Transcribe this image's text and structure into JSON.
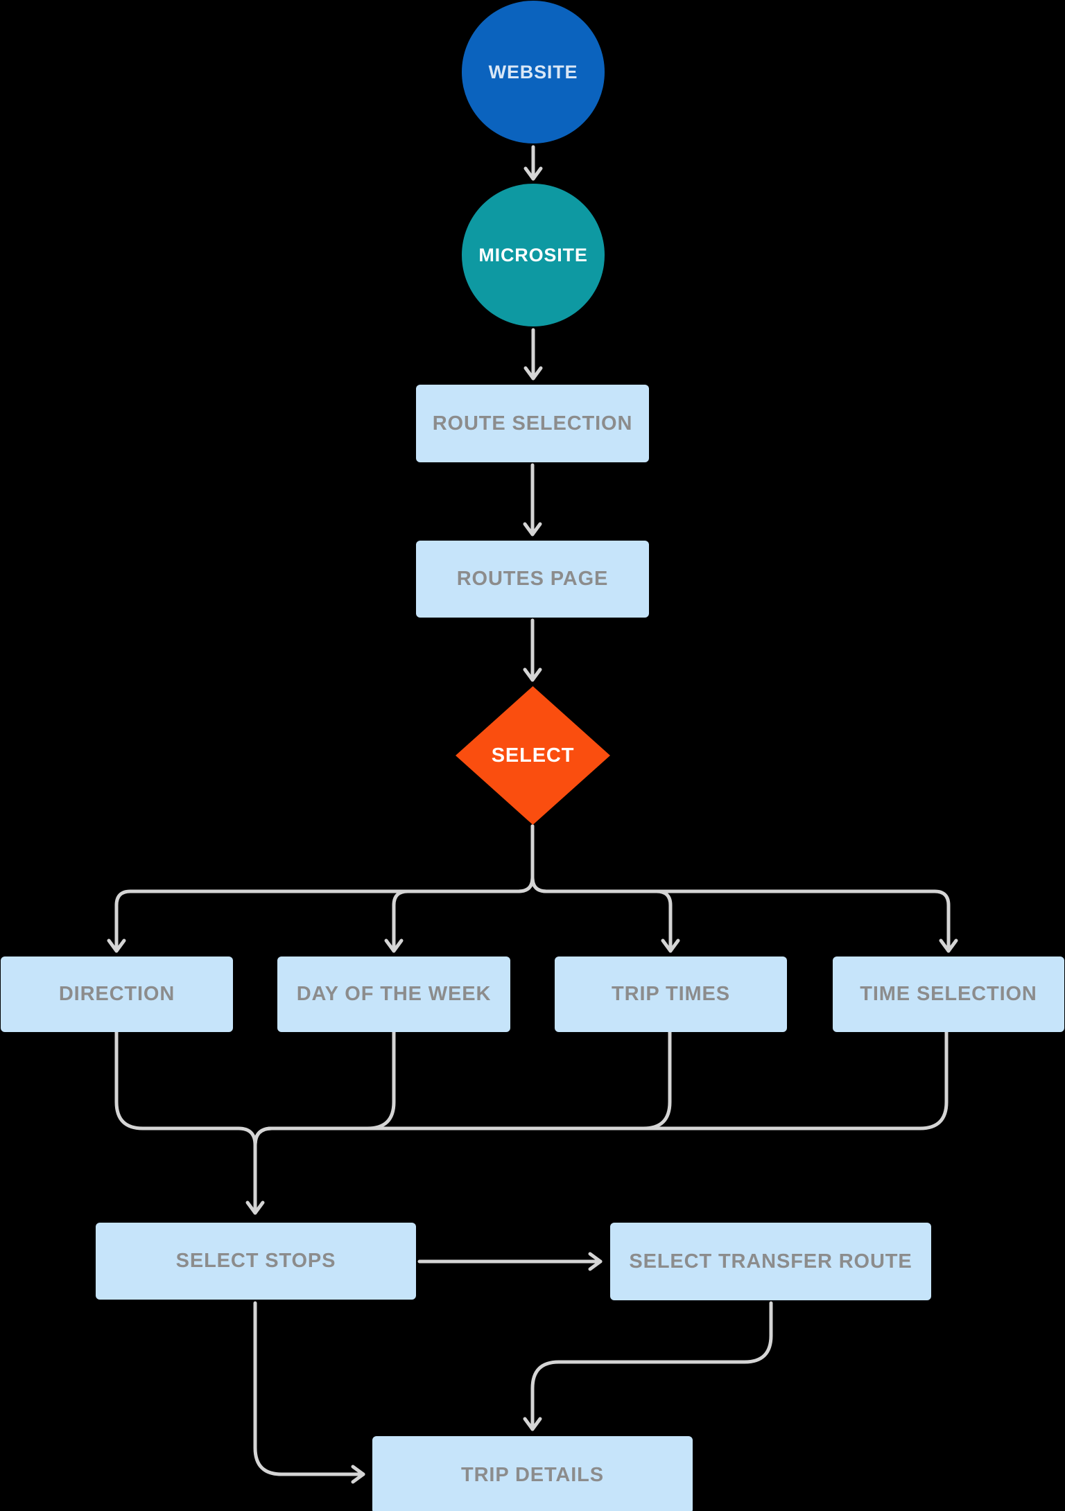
{
  "diagram": {
    "type": "flowchart",
    "nodes": {
      "website": {
        "label": "WEBSITE",
        "shape": "circle"
      },
      "microsite": {
        "label": "MICROSITE",
        "shape": "circle"
      },
      "route_selection": {
        "label": "ROUTE SELECTION",
        "shape": "rect"
      },
      "routes_page": {
        "label": "ROUTES PAGE",
        "shape": "rect"
      },
      "select": {
        "label": "SELECT",
        "shape": "diamond"
      },
      "direction": {
        "label": "DIRECTION",
        "shape": "rect"
      },
      "day_of_week": {
        "label": "DAY OF THE WEEK",
        "shape": "rect"
      },
      "trip_times": {
        "label": "TRIP TIMES",
        "shape": "rect"
      },
      "time_selection": {
        "label": "TIME SELECTION",
        "shape": "rect"
      },
      "select_stops": {
        "label": "SELECT STOPS",
        "shape": "rect"
      },
      "select_transfer_route": {
        "label": "SELECT TRANSFER ROUTE",
        "shape": "rect"
      },
      "trip_details": {
        "label": "TRIP DETAILS",
        "shape": "rect"
      }
    },
    "edges": [
      "website -> microsite",
      "microsite -> route_selection",
      "route_selection -> routes_page",
      "routes_page -> select",
      "select -> direction",
      "select -> day_of_week",
      "select -> trip_times",
      "select -> time_selection",
      "direction -> select_stops",
      "day_of_week -> select_stops",
      "trip_times -> select_stops",
      "time_selection -> select_stops",
      "select_stops -> select_transfer_route",
      "select_transfer_route -> trip_details",
      "select_stops -> trip_details"
    ],
    "colors": {
      "canvas_bg": "#000000",
      "node_blue": "#0b63be",
      "node_teal": "#0e99a2",
      "node_orange": "#fa4e0f",
      "box_fill": "#c6e4fa",
      "box_text": "#8c8c8c",
      "circle_text": "#ffffff",
      "website_text": "#d9e7f6",
      "line": "#d5d5d5"
    }
  }
}
